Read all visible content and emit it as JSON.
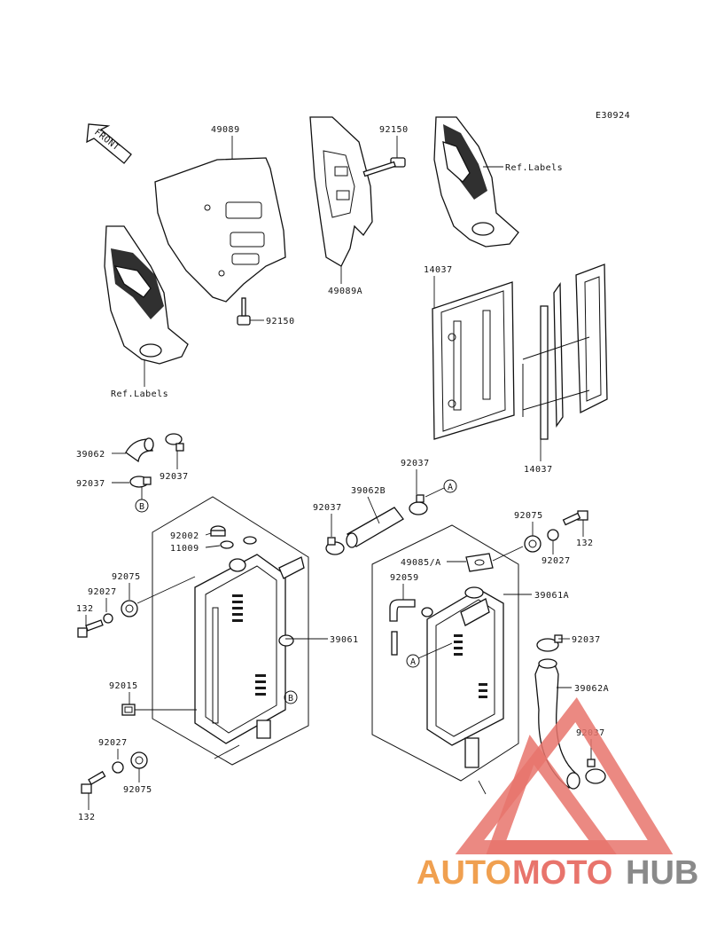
{
  "diagram_code": "E30924",
  "front_label": "FRONT",
  "parts": {
    "p49089": "49089",
    "p92150_top": "92150",
    "p92150_mid": "92150",
    "p49089A": "49089A",
    "ref_labels_right": "Ref.Labels",
    "ref_labels_left": "Ref.Labels",
    "p14037_top": "14037",
    "p14037_bottom": "14037",
    "p39062": "39062",
    "p92037_a": "92037",
    "p92037_b": "92037",
    "p92037_c": "92037",
    "p92037_d": "92037",
    "p92037_e": "92037",
    "p92037_f": "92037",
    "p39062B": "39062B",
    "p92075_a": "92075",
    "p92075_b": "92075",
    "p92075_c": "92075",
    "p132_a": "132",
    "p132_b": "132",
    "p132_c": "132",
    "p92027_a": "92027",
    "p92027_b": "92027",
    "p92027_c": "92027",
    "p92002": "92002",
    "p11009": "11009",
    "p49085A": "49085/A",
    "p92059": "92059",
    "p39061A": "39061A",
    "p39061": "39061",
    "p92015": "92015",
    "p39062A": "39062A"
  },
  "callouts": {
    "a1": "A",
    "a2": "A",
    "b1": "B",
    "b2": "B"
  },
  "watermark": {
    "text_auto": "AUTO",
    "text_moto": "MOTO",
    "text_hub": "HUB",
    "color_orange": "#f0a050",
    "color_red": "#e8746c",
    "color_grey": "#8a8a8a"
  }
}
